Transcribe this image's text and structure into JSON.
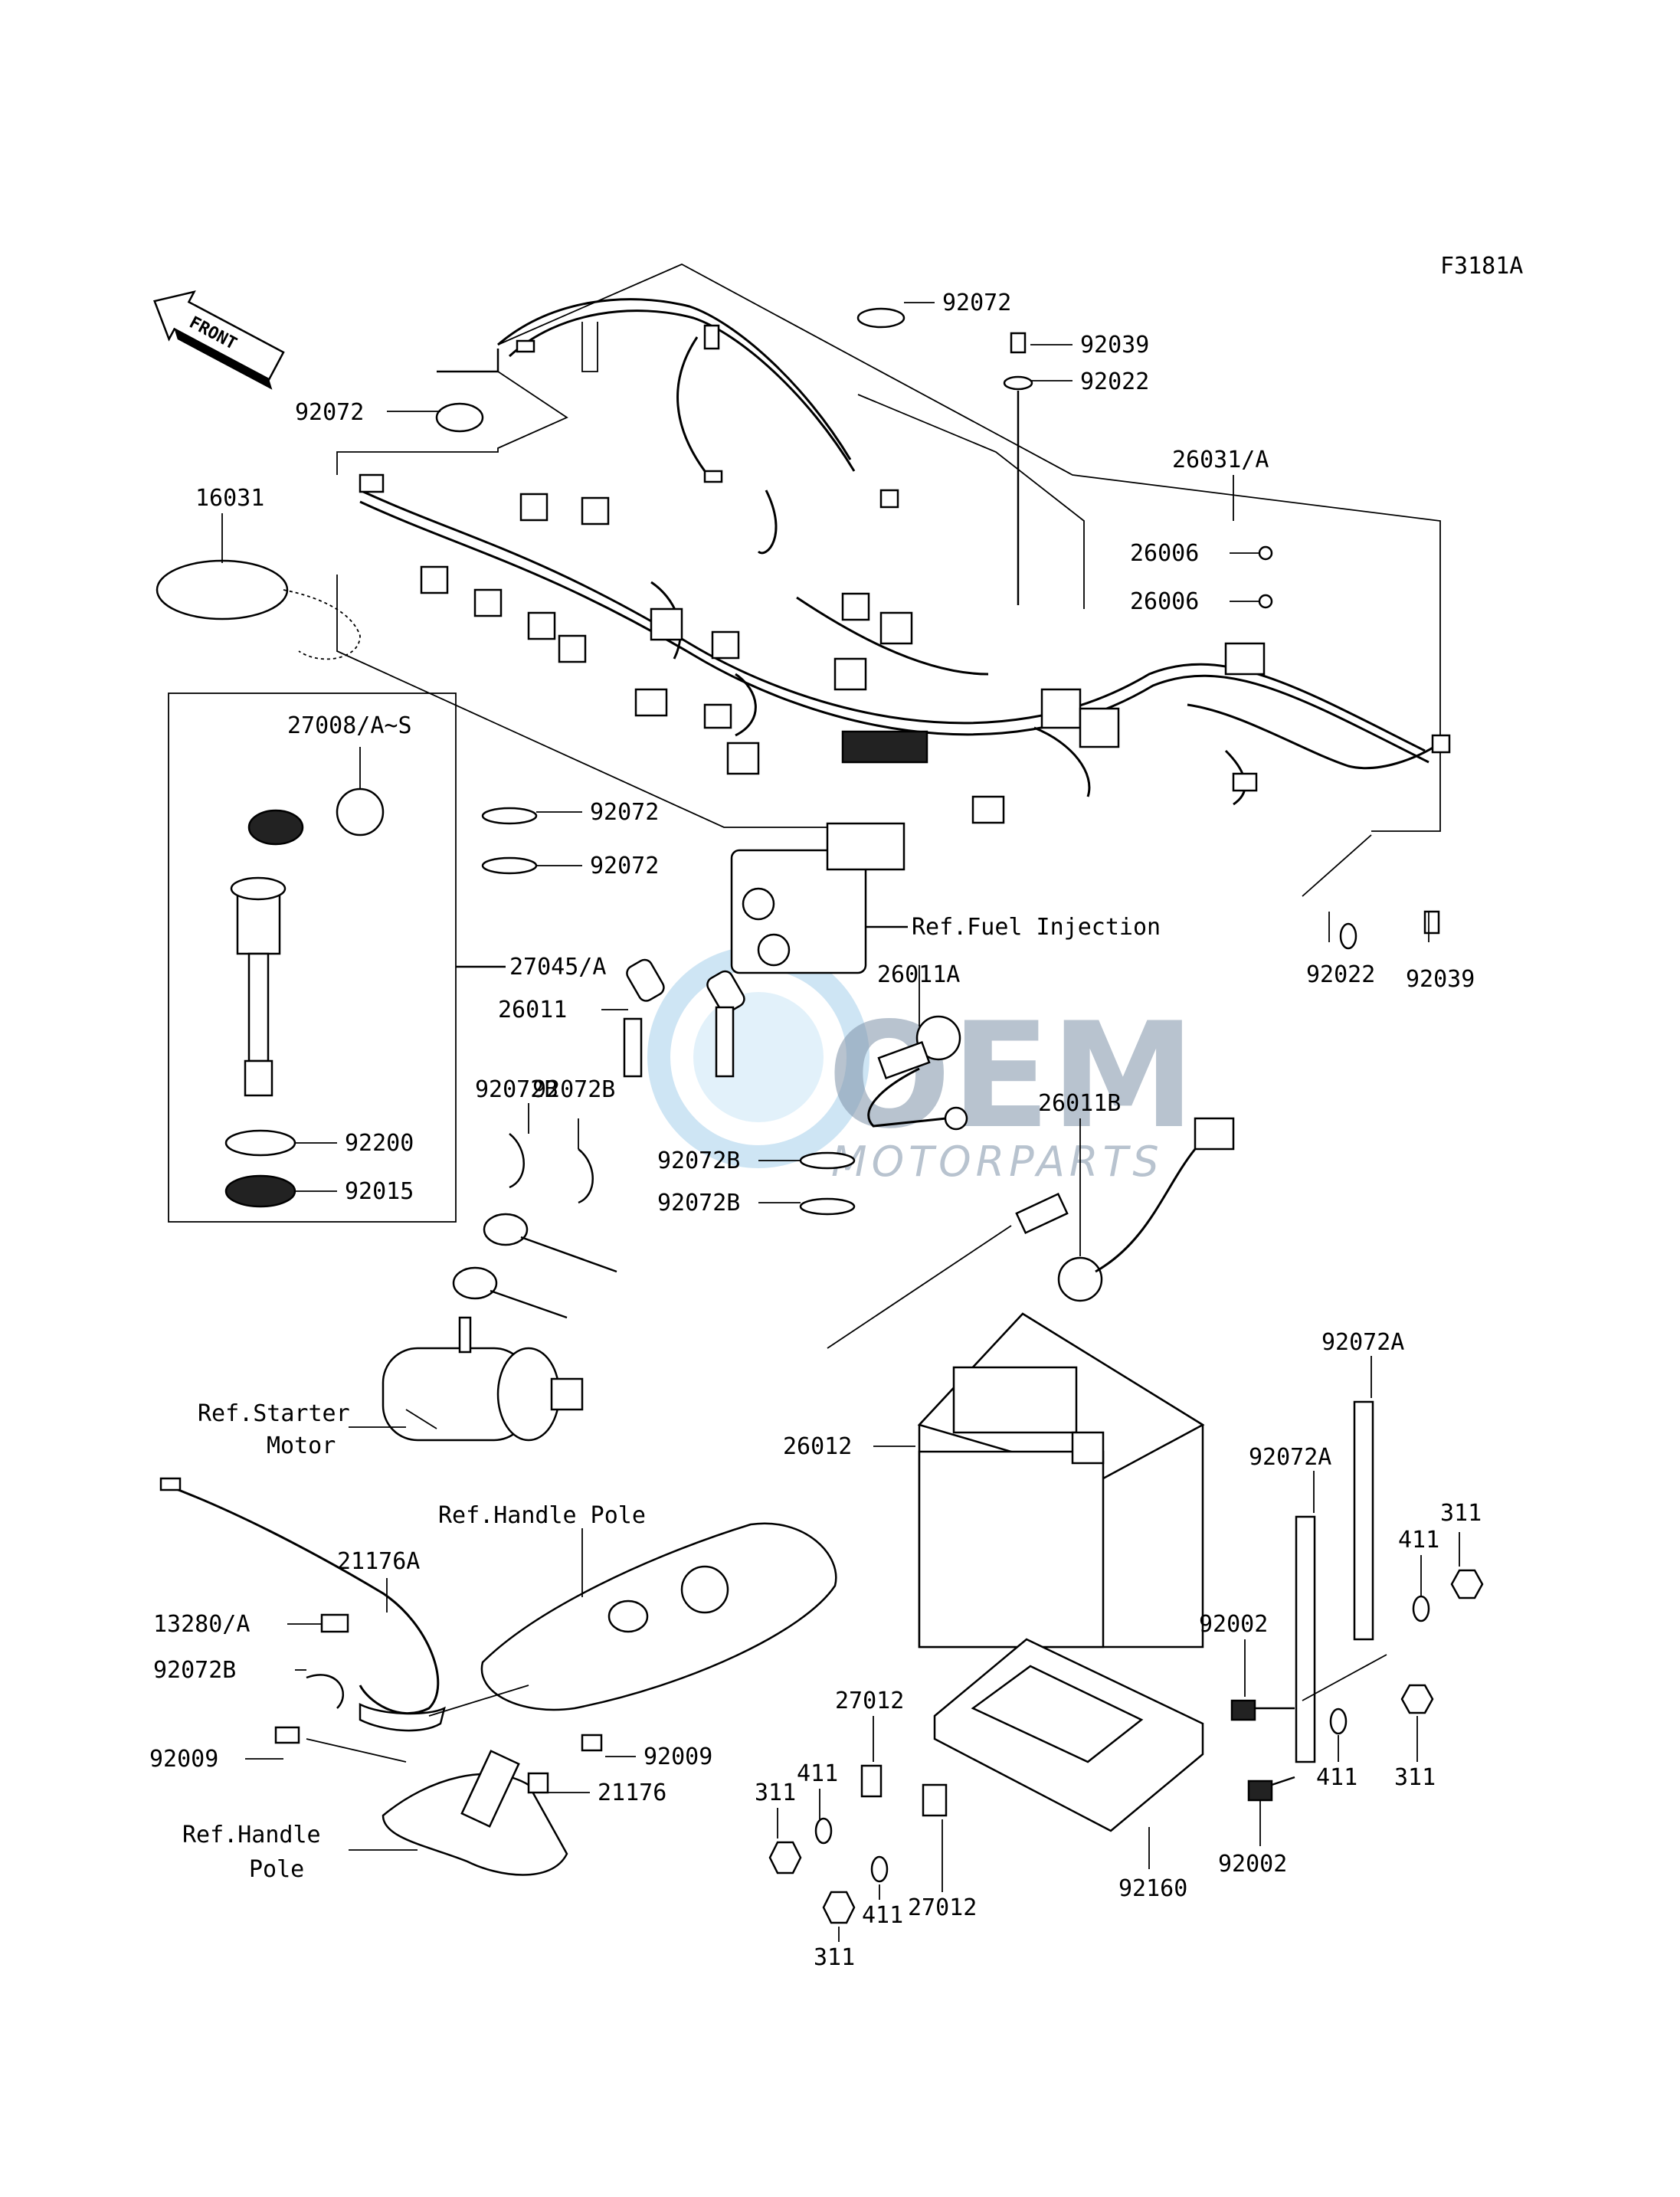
{
  "figure_code": "F3181A",
  "front_arrow_label": "FRONT",
  "watermark": {
    "brand": "OEM",
    "sub": "MOTORPARTS"
  },
  "part_labels": {
    "p92072_top": "92072",
    "p92039_top": "92039",
    "p92022_top": "92022",
    "p92072_left": "92072",
    "p26031A": "26031/A",
    "p26006_1": "26006",
    "p26006_2": "26006",
    "p16031": "16031",
    "p27008": "27008/A~S",
    "p92072_mid1": "92072",
    "p92072_mid2": "92072",
    "p27045": "27045/A",
    "ref_fuel": "Ref.Fuel Injection",
    "p92022_right": "92022",
    "p92039_right": "92039",
    "p26011A": "26011A",
    "p26011": "26011",
    "p92072B_1": "92072B",
    "p92072B_2": "92072B",
    "p26011B": "26011B",
    "p92200": "92200",
    "p92015": "92015",
    "p92072B_3": "92072B",
    "p92072B_4": "92072B",
    "ref_starter_1": "Ref.Starter",
    "ref_starter_2": "Motor",
    "p92072A_1": "92072A",
    "p26012": "26012",
    "p92072A_2": "92072A",
    "p311_1": "311",
    "p411_1": "411",
    "ref_handle_1": "Ref.Handle Pole",
    "p21176A": "21176A",
    "p13280": "13280/A",
    "p92072B_5": "92072B",
    "p92002_1": "92002",
    "p92009_1": "92009",
    "p27012_1": "27012",
    "p92009_2": "92009",
    "p411_2": "411",
    "p311_2": "311",
    "p21176": "21176",
    "p411_3": "411",
    "p311_3": "311",
    "ref_handle_2a": "Ref.Handle",
    "ref_handle_2b": "Pole",
    "p27012_2": "27012",
    "p92160": "92160",
    "p92002_2": "92002",
    "p411_4": "411",
    "p311_4": "311"
  }
}
